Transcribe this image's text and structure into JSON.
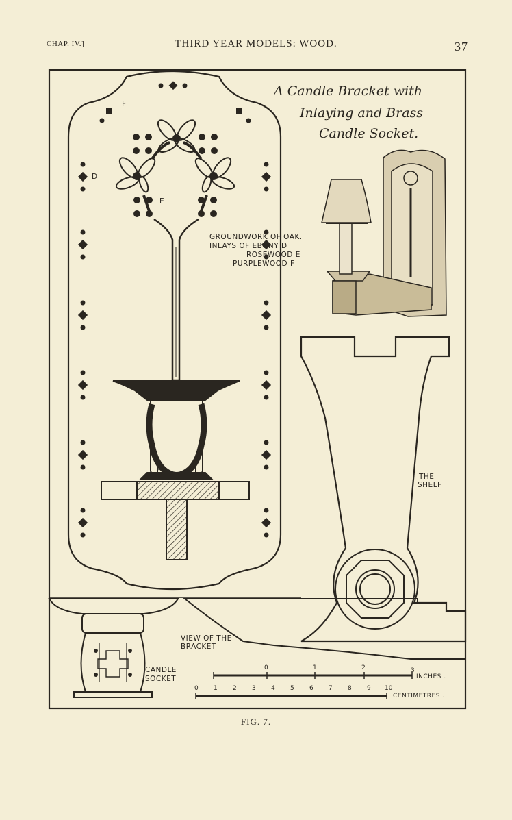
{
  "header": {
    "chapter": "CHAP. IV.]",
    "running_title": "THIRD YEAR MODELS: WOOD.",
    "page_number": "37"
  },
  "figure": {
    "title_lines": [
      "A Candle Bracket with",
      "Inlaying and Brass",
      "Candle Socket."
    ],
    "inlay_note": [
      "GROUNDWORK OF OAK.",
      "INLAYS OF EBONY D",
      "ROSEWOOD E",
      "PURPLEWOOD F"
    ],
    "inlay_letters": {
      "d": "D",
      "e": "E",
      "f": "F"
    },
    "shelf_label": [
      "THE",
      "SHELF"
    ],
    "bracket_label": [
      "VIEW OF THE",
      "BRACKET"
    ],
    "socket_label": [
      "CANDLE",
      "SOCKET"
    ],
    "inches_scale": {
      "ticks": [
        "0",
        "1",
        "2",
        "3"
      ],
      "unit": "INCHES ."
    },
    "cm_scale": {
      "ticks": [
        "0",
        "1",
        "2",
        "3",
        "4",
        "5",
        "6",
        "7",
        "8",
        "9",
        "10"
      ],
      "unit": "CENTIMETRES ."
    },
    "caption": "FIG. 7."
  }
}
